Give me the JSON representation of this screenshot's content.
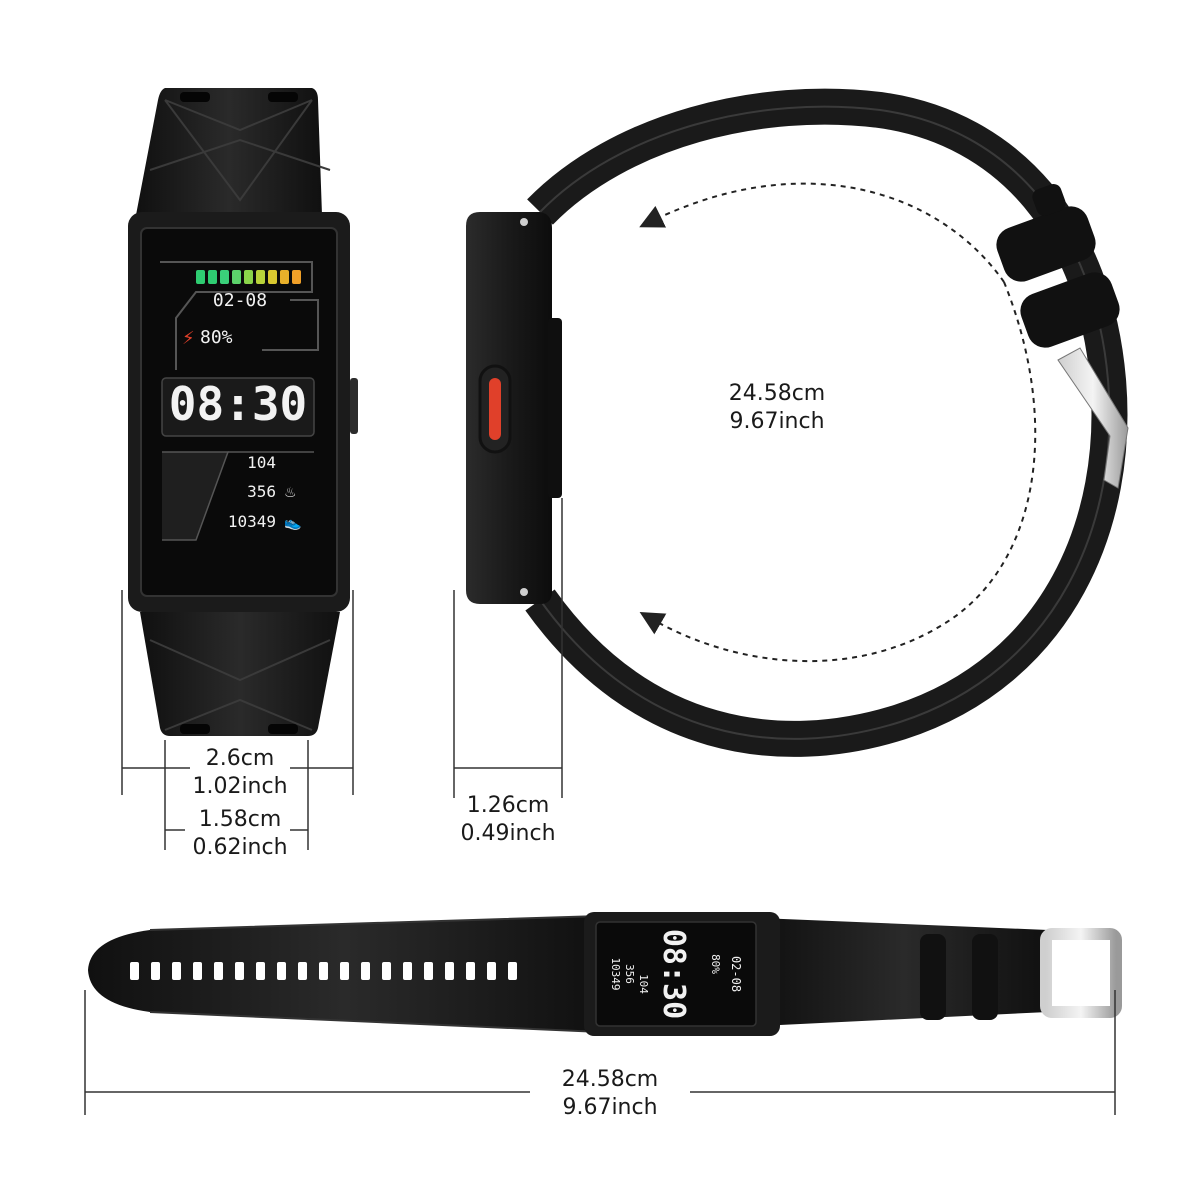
{
  "watch_screen": {
    "date": "02-08",
    "battery": "80%",
    "time": "08:30",
    "heart_rate": "104",
    "calories": "356",
    "steps": "10349"
  },
  "dimensions": {
    "body_width": {
      "cm": "2.6cm",
      "inch": "1.02inch"
    },
    "screen_width": {
      "cm": "1.58cm",
      "inch": "0.62inch"
    },
    "thickness": {
      "cm": "1.26cm",
      "inch": "0.49inch"
    },
    "circumference": {
      "cm": "24.58cm",
      "inch": "9.67inch"
    },
    "total_length": {
      "cm": "24.58cm",
      "inch": "9.67inch"
    }
  },
  "colors": {
    "band": "#1c1c1c",
    "accent_red": "#e0402a",
    "battery_bar": [
      "#2ecc71",
      "#2ecc71",
      "#3ad07a",
      "#5cd36b",
      "#8ad44a",
      "#b8d23a",
      "#d8c830",
      "#e8b02a",
      "#f0a028"
    ]
  }
}
